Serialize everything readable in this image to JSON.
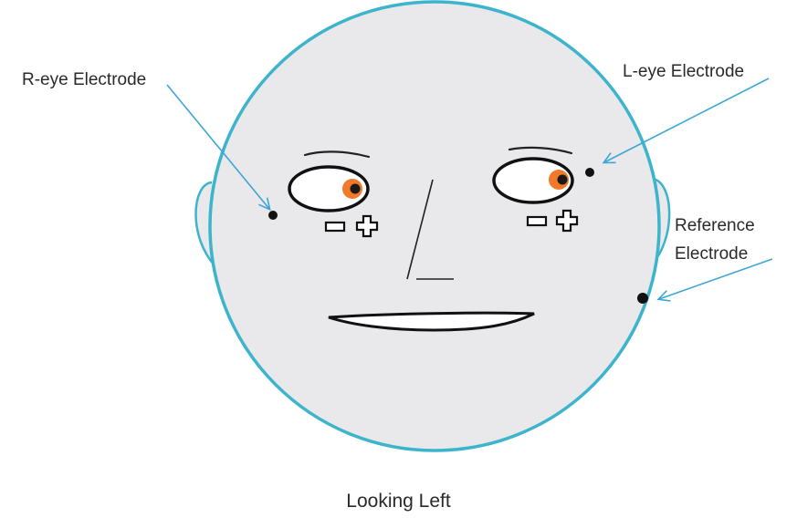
{
  "labels": {
    "r_eye": "R-eye Electrode",
    "l_eye": "L-eye Electrode",
    "reference_line1": "Reference",
    "reference_line2": "Electrode"
  },
  "caption": "Looking Left",
  "polarity": {
    "minus": "minus-sign",
    "plus": "plus-sign"
  },
  "colors": {
    "head_outline": "#3cb4cc",
    "head_fill": "#e9e8ea",
    "arrow": "#3ca6d6",
    "iris": "#f07a2a",
    "pupil": "#1a1a1a",
    "electrode": "#111111"
  }
}
